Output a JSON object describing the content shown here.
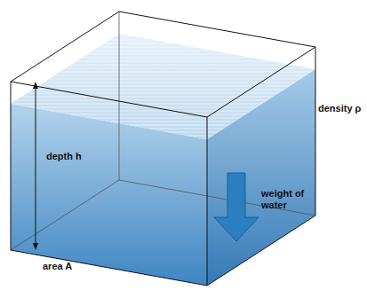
{
  "diagram": {
    "labels": [
      "depth h",
      "weight of water",
      "density ρ",
      "area A"
    ]
  }
}
